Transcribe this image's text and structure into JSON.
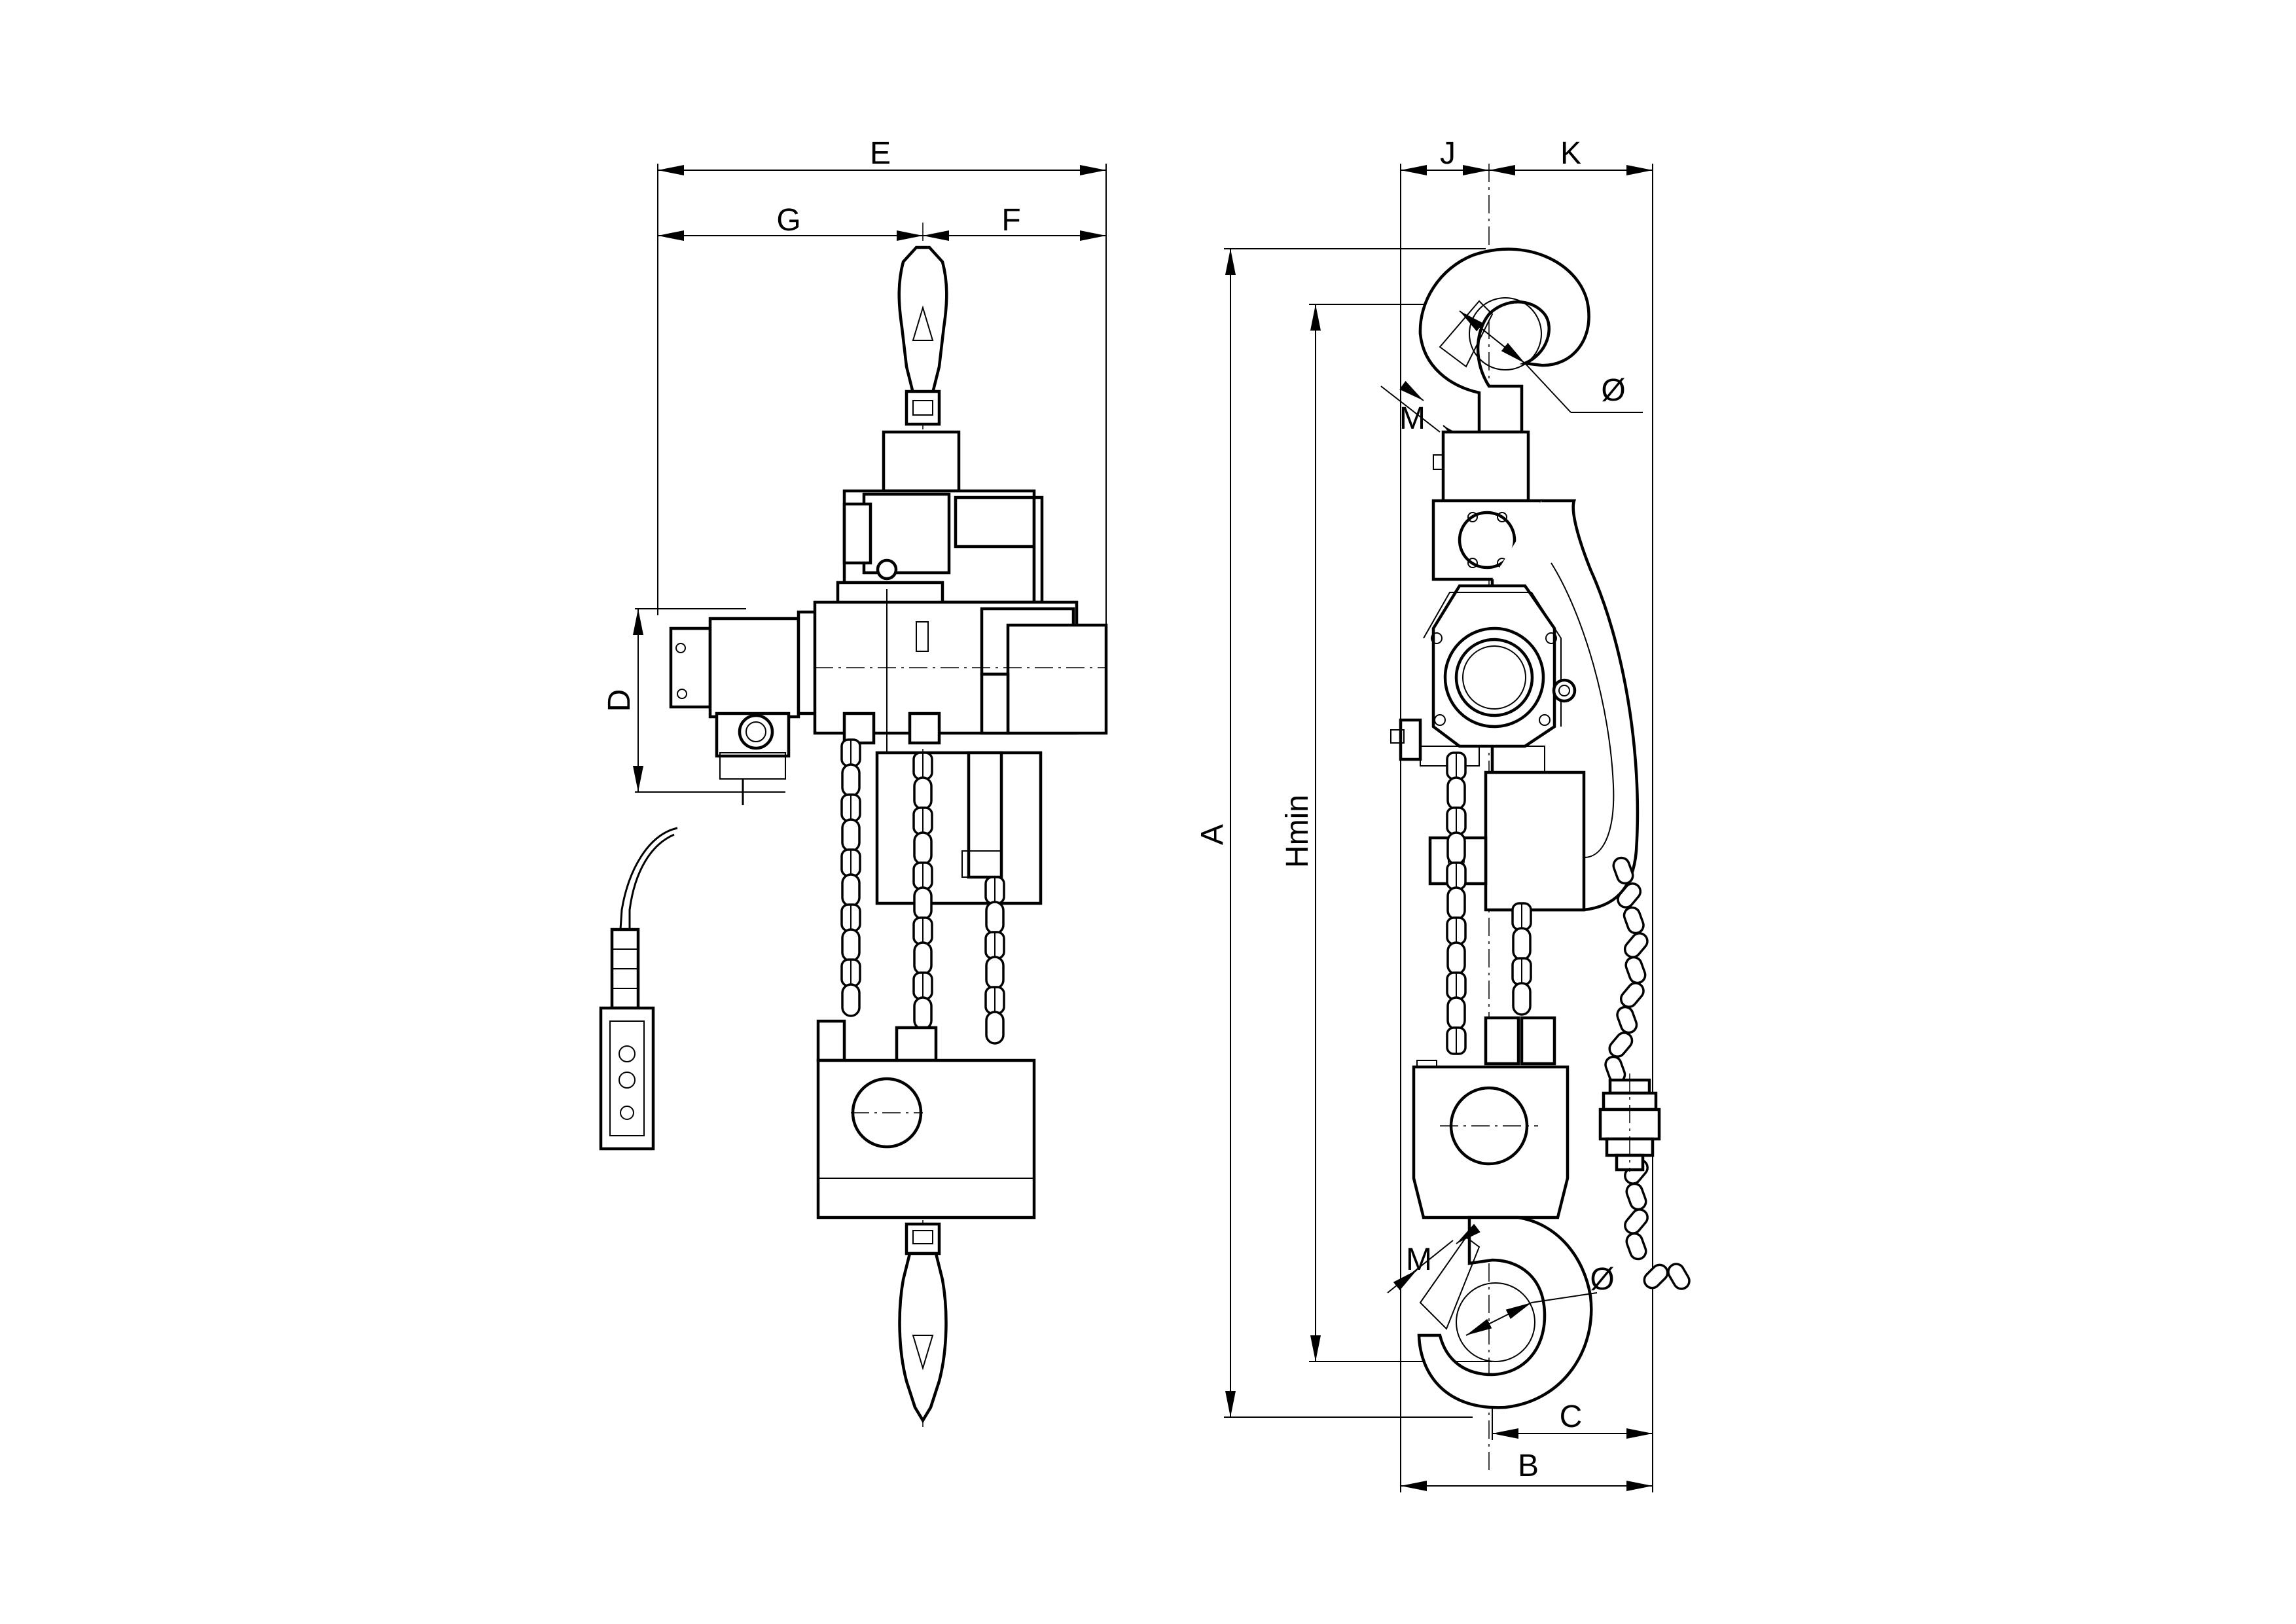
{
  "drawing": {
    "front_view": {
      "dimensions": {
        "E": "E",
        "G": "G",
        "F": "F",
        "D": "D"
      }
    },
    "side_view": {
      "dimensions": {
        "J": "J",
        "K": "K",
        "A": "A",
        "Hmin": "Hmin",
        "B": "B",
        "C": "C",
        "M_top": "M",
        "M_bottom": "M",
        "O_top": "Ø",
        "O_bottom": "Ø"
      }
    }
  }
}
